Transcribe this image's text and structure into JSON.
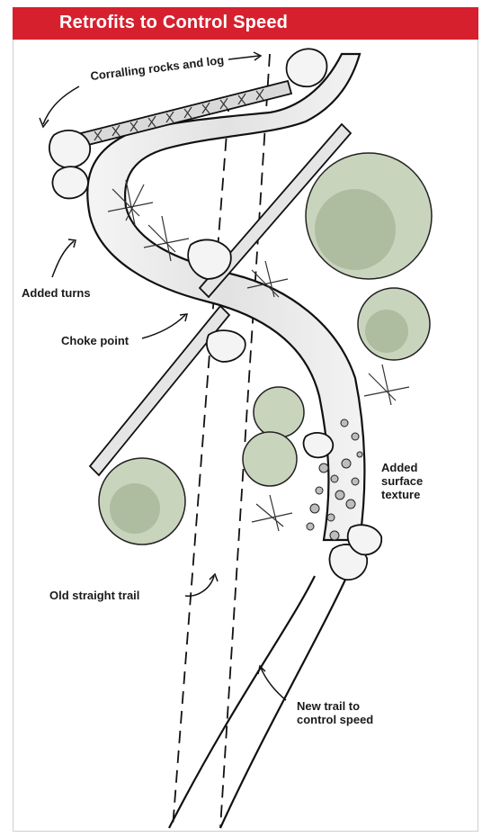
{
  "header": {
    "title": "Retrofits to Control Speed",
    "bg_color": "#d6202e"
  },
  "labels": {
    "corralling": "Corralling rocks and log",
    "added_turns": "Added turns",
    "choke_point": "Choke point",
    "surface_line1": "Added",
    "surface_line2": "surface",
    "surface_line3": "texture",
    "old_trail": "Old straight trail",
    "new_trail_line1": "New trail to",
    "new_trail_line2": "control speed"
  },
  "colors": {
    "bush_fill": "#c9d4bd",
    "bush_shade": "#aebc9f",
    "trail_fill": "#e6e6e6",
    "ink": "#111111"
  }
}
